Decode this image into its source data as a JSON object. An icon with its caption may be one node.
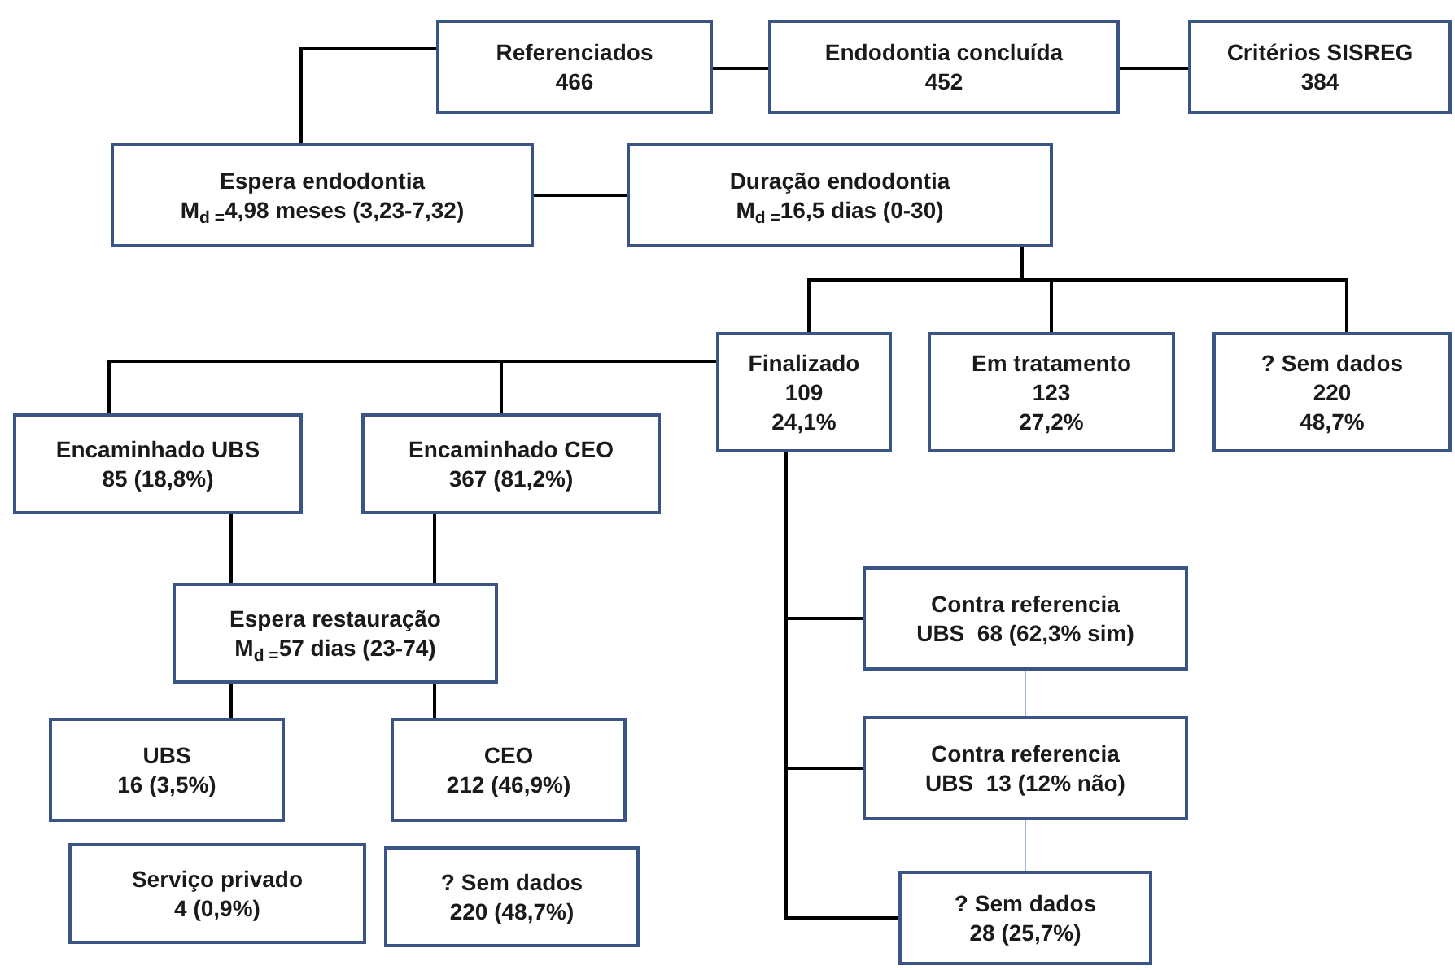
{
  "diagram": {
    "nodes": [
      {
        "text": [
          "Referenciados",
          "466"
        ]
      },
      {
        "text": [
          "Endodontia concluída",
          "452"
        ]
      },
      {
        "text": [
          "Critérios SISREG",
          "384"
        ]
      },
      {
        "text": [
          "Espera endodontia",
          "M$_{d =}$4,98 meses (3,23-7,32)"
        ]
      },
      {
        "text": [
          "Duração endodontia",
          "M$_{d =}$16,5 dias (0-30)"
        ]
      },
      {
        "text": [
          "Finalizado",
          "109",
          "24,1%"
        ]
      },
      {
        "text": [
          "Em tratamento",
          "123",
          "27,2%"
        ]
      },
      {
        "text": [
          "? Sem dados",
          "220",
          "48,7%"
        ]
      },
      {
        "text": [
          "Encaminhado UBS",
          "85 (18,8%)"
        ]
      },
      {
        "text": [
          "Encaminhado CEO",
          "367 (81,2%)"
        ]
      },
      {
        "text": [
          "Espera restauração",
          "M$_{d =}$57 dias (23-74)"
        ]
      },
      {
        "text": [
          "UBS",
          "16 (3,5%)"
        ]
      },
      {
        "text": [
          "CEO",
          "212 (46,9%)"
        ]
      },
      {
        "text": [
          "Serviço privado",
          "4 (0,9%)"
        ]
      },
      {
        "text": [
          "? Sem dados",
          "220 (48,7%)"
        ]
      },
      {
        "text": [
          "Contra referencia",
          "UBS  68 (62,3% sim)"
        ]
      },
      {
        "text": [
          "Contra referencia",
          "UBS  13 (12% não)"
        ]
      },
      {
        "text": [
          "? Sem dados",
          "28 (25,7%)"
        ]
      }
    ],
    "edges": [
      {
        "from": 0,
        "to": 3,
        "arrow": "none"
      },
      {
        "from": 0,
        "to": 1,
        "arrow": "none"
      },
      {
        "from": 1,
        "to": 2,
        "arrow": "none"
      },
      {
        "from": 3,
        "to": 4,
        "arrow": "none"
      },
      {
        "from": 4,
        "to": 5,
        "arrow": "none"
      },
      {
        "from": 4,
        "to": 6,
        "arrow": "none"
      },
      {
        "from": 4,
        "to": 7,
        "arrow": "none"
      },
      {
        "from": 5,
        "to": 8,
        "arrow": "none"
      },
      {
        "from": 5,
        "to": 9,
        "arrow": "none"
      },
      {
        "from": 8,
        "to": 10,
        "arrow": "none"
      },
      {
        "from": 9,
        "to": 10,
        "arrow": "none"
      },
      {
        "from": 10,
        "to": 11,
        "arrow": "none"
      },
      {
        "from": 10,
        "to": 12,
        "arrow": "none"
      },
      {
        "from": 5,
        "to": 15,
        "arrow": "none"
      },
      {
        "from": 5,
        "to": 16,
        "arrow": "none"
      },
      {
        "from": 5,
        "to": 17,
        "arrow": "none"
      },
      {
        "from": 15,
        "to": 16,
        "arrow": "none",
        "color": "#9fb4d8"
      },
      {
        "from": 16,
        "to": 17,
        "arrow": "none",
        "color": "#9fb4d8"
      }
    ]
  }
}
